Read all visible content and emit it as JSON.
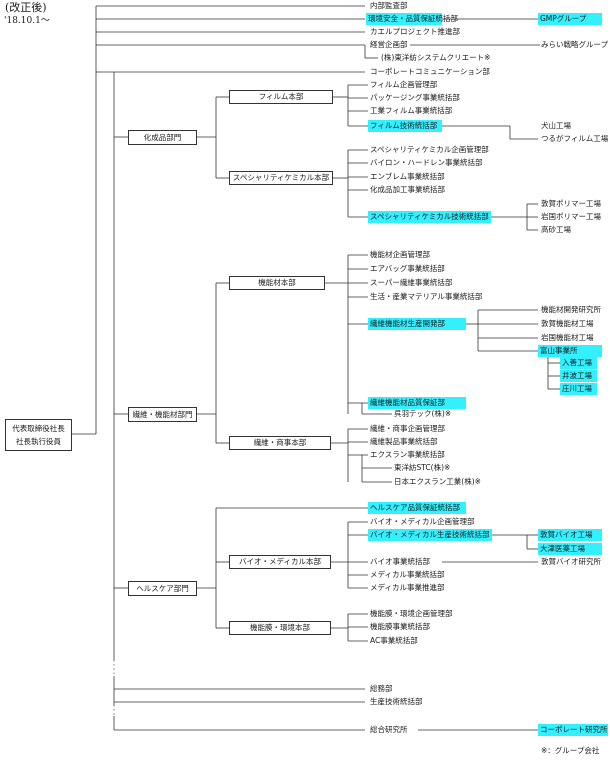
{
  "header": {
    "title": "(改正後)",
    "date": "'18.10.1～"
  },
  "root": {
    "line1": "代表取締役社長",
    "line2": "社長執行役員"
  },
  "top_units": {
    "internal_audit": "内部監査部",
    "env_safety_qa": "環境安全・品質保証統括部",
    "gmp_group": "GMPグループ",
    "kaeru_project": "カエルプロジェクト推進部",
    "mgmt_planning": "経営企画部",
    "mirai_strategy": "みらい戦略グループ",
    "toyobo_system": "(株)東洋紡システムクリエート※",
    "corp_comm": "コーポレートコミュニケーション部"
  },
  "chemical_div": {
    "name": "化成品部門",
    "film_hq": {
      "name": "フィルム本部",
      "items": {
        "planning": "フィルム企画管理部",
        "packaging": "パッケージング事業統括部",
        "industrial": "工業フィルム事業統括部",
        "tech": "フィルム技術統括部"
      },
      "plants": {
        "inuyama": "犬山工場",
        "tsuruga_film": "つるがフィルム工場"
      }
    },
    "spec_hq": {
      "name": "スペシャリティケミカル本部",
      "items": {
        "planning": "スペシャリティケミカル企画管理部",
        "vylon": "バイロン・ハードレン事業統括部",
        "emblem": "エンブレム事業統括部",
        "processing": "化成品加工事業統括部",
        "tech": "スペシャリティケミカル技術統括部"
      },
      "plants": {
        "tsuruga_polymer": "敦賀ポリマー工場",
        "iwakuni_polymer": "岩国ポリマー工場",
        "takasago": "高砂工場"
      }
    }
  },
  "fiber_div": {
    "name": "繊維・機能材部門",
    "func_hq": {
      "name": "機能材本部",
      "items": {
        "planning": "機能材企画管理部",
        "airbag": "エアバッグ事業統括部",
        "super_fiber": "スーパー繊維事業統括部",
        "living_industrial": "生活・産業マテリアル事業統括部",
        "prod_dev": "繊維機能材生産開発部",
        "qa": "繊維機能材品質保証部",
        "kureha_tech": "呉羽テック(株)※"
      },
      "labs": {
        "func_lab": "機能材開発研究所",
        "tsuruga_func": "敦賀機能材工場",
        "iwakuni_func": "岩国機能材工場",
        "toyama": "富山事業所"
      },
      "toyama_plants": {
        "nyuzen": "入善工場",
        "inami": "井波工場",
        "shogawa": "庄川工場"
      }
    },
    "trade_hq": {
      "name": "繊維・商事本部",
      "items": {
        "planning": "繊維・商事企画管理部",
        "products": "繊維製品事業統括部",
        "exlan": "エクスラン事業統括部",
        "toyobo_stc": "東洋紡STC(株)※",
        "japan_exlan": "日本エクスラン工業(株)※"
      }
    }
  },
  "health_div": {
    "name": "ヘルスケア部門",
    "qa": "ヘルスケア品質保証統括部",
    "bio_hq": {
      "name": "バイオ・メディカル本部",
      "items": {
        "planning": "バイオ・メディカル企画管理部",
        "prod_tech": "バイオ・メディカル生産技術統括部",
        "bio_business": "バイオ事業統括部",
        "medical": "メディカル事業統括部",
        "medical_promo": "メディカル事業推進部"
      },
      "plants": {
        "tsuruga_bio": "敦賀バイオ工場",
        "otsu_medical": "大津医薬工場",
        "tsuruga_bio_lab": "敦賀バイオ研究所"
      }
    },
    "membrane_hq": {
      "name": "機能膜・環境本部",
      "items": {
        "planning": "機能膜・環境企画管理部",
        "membrane": "機能膜事業統括部",
        "ac": "AC事業統括部"
      }
    }
  },
  "bottom": {
    "general_affairs": "総務部",
    "production_tech": "生産技術統括部",
    "research": "総合研究所",
    "corp_research": "コーポレート研究所"
  },
  "note": "※：グループ会社",
  "colors": {
    "highlight": "#33f0ff",
    "line": "#333333",
    "text": "#1a1a1a"
  }
}
